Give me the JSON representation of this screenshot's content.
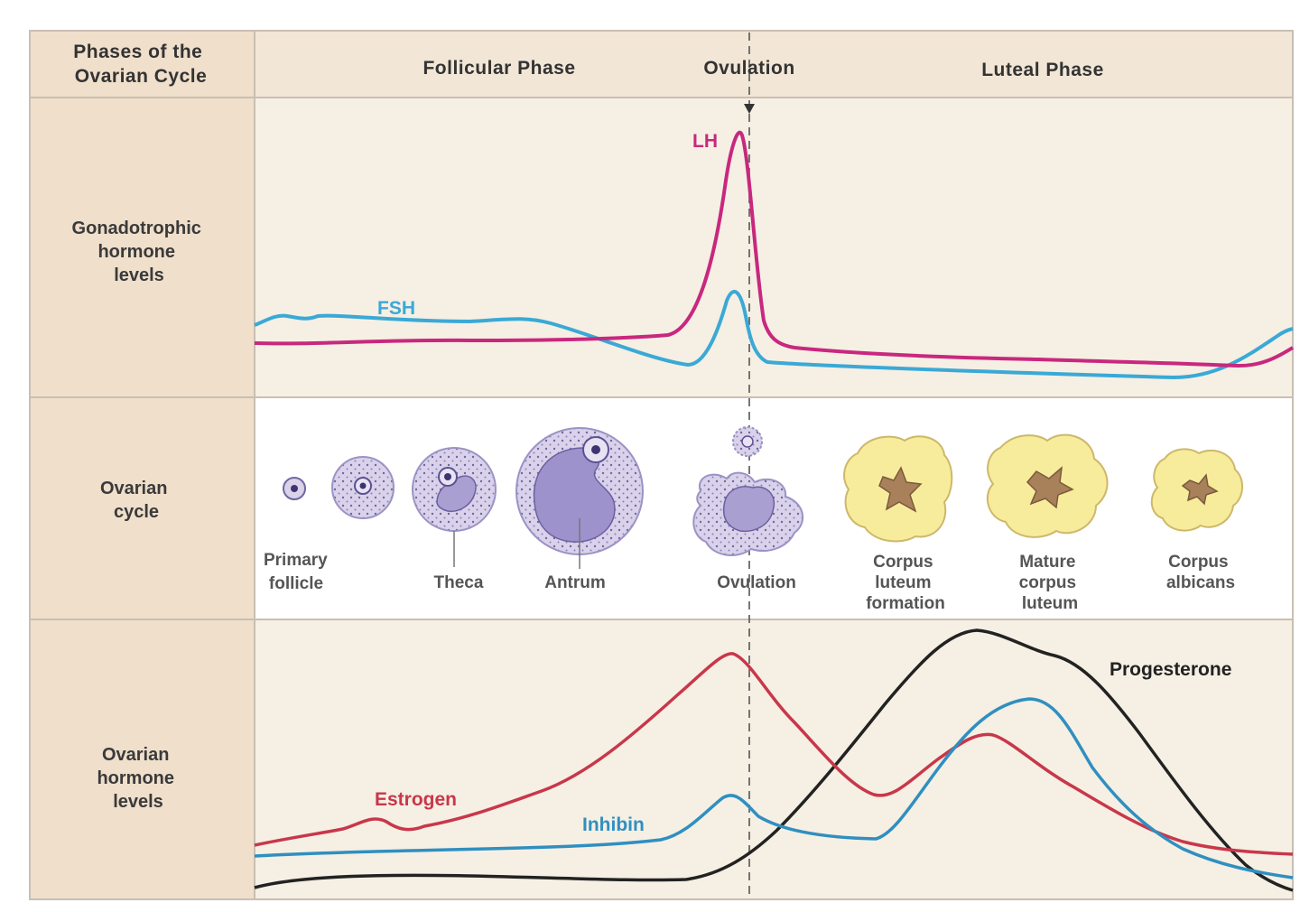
{
  "header": {
    "corner_title_lines": [
      "Phases of the",
      "Ovarian Cycle"
    ],
    "phases": [
      "Follicular Phase",
      "Ovulation",
      "Luteal Phase"
    ]
  },
  "rows": [
    {
      "id": "gonadotrophic",
      "label_lines": [
        "Gonadotrophic",
        "hormone",
        "levels"
      ]
    },
    {
      "id": "ovarian-cycle",
      "label_lines": [
        "Ovarian",
        "cycle"
      ]
    },
    {
      "id": "ovarian-hormones",
      "label_lines": [
        "Ovarian",
        "hormone",
        "levels"
      ]
    }
  ],
  "stages": [
    {
      "id": "primary-follicle",
      "label_lines": [
        "Primary",
        "follicle"
      ]
    },
    {
      "id": "theca",
      "label_lines": [
        "Theca"
      ]
    },
    {
      "id": "antrum",
      "label_lines": [
        "Antrum"
      ]
    },
    {
      "id": "ovulation",
      "label_lines": [
        "Ovulation"
      ]
    },
    {
      "id": "corpus-luteum-formation",
      "label_lines": [
        "Corpus",
        "luteum",
        "formation"
      ]
    },
    {
      "id": "mature-corpus-luteum",
      "label_lines": [
        "Mature",
        "corpus",
        "luteum"
      ]
    },
    {
      "id": "corpus-albicans",
      "label_lines": [
        "Corpus",
        "albicans"
      ]
    }
  ],
  "curves": {
    "lh": {
      "label": "LH",
      "color": "#c8287e"
    },
    "fsh": {
      "label": "FSH",
      "color": "#3aa9d6"
    },
    "estrogen": {
      "label": "Estrogen",
      "color": "#c8374a"
    },
    "inhibin": {
      "label": "Inhibin",
      "color": "#2f8fc0"
    },
    "progesterone": {
      "label": "Progesterone",
      "color": "#222222"
    }
  },
  "colors": {
    "label_column": "#efdfcb",
    "panel": "#f6efe4",
    "header": "#f2e6d6",
    "corpus_luteum": "#f7ec9c",
    "follicle": "#d7d0e8"
  }
}
